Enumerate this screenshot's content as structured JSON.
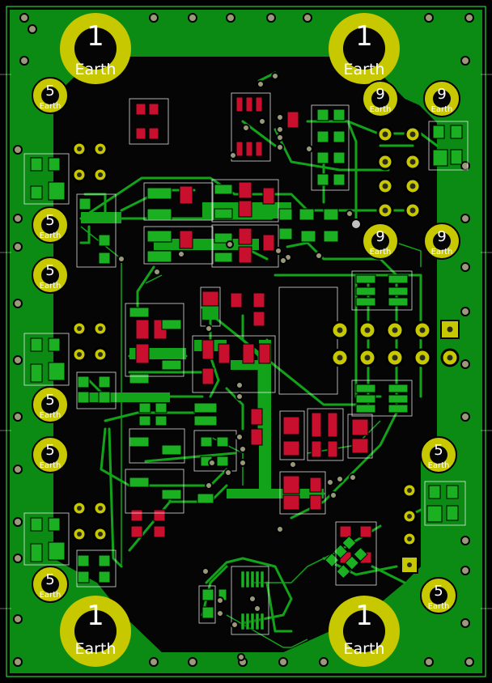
{
  "colors": {
    "background": "#000000",
    "copper_pour": "#0b8a14",
    "copper_pour_light": "#16b01c",
    "trace": "#12a31a",
    "pad_gold": "#c8c800",
    "pad_red": "#c8102e",
    "silk": "#ffffff",
    "via": "#9a9a7a",
    "outline": "#2fff2f"
  },
  "labels": {
    "earth_number": "1",
    "earth_text": "Earth",
    "mount5_number": "5",
    "mount9_number": "9"
  }
}
